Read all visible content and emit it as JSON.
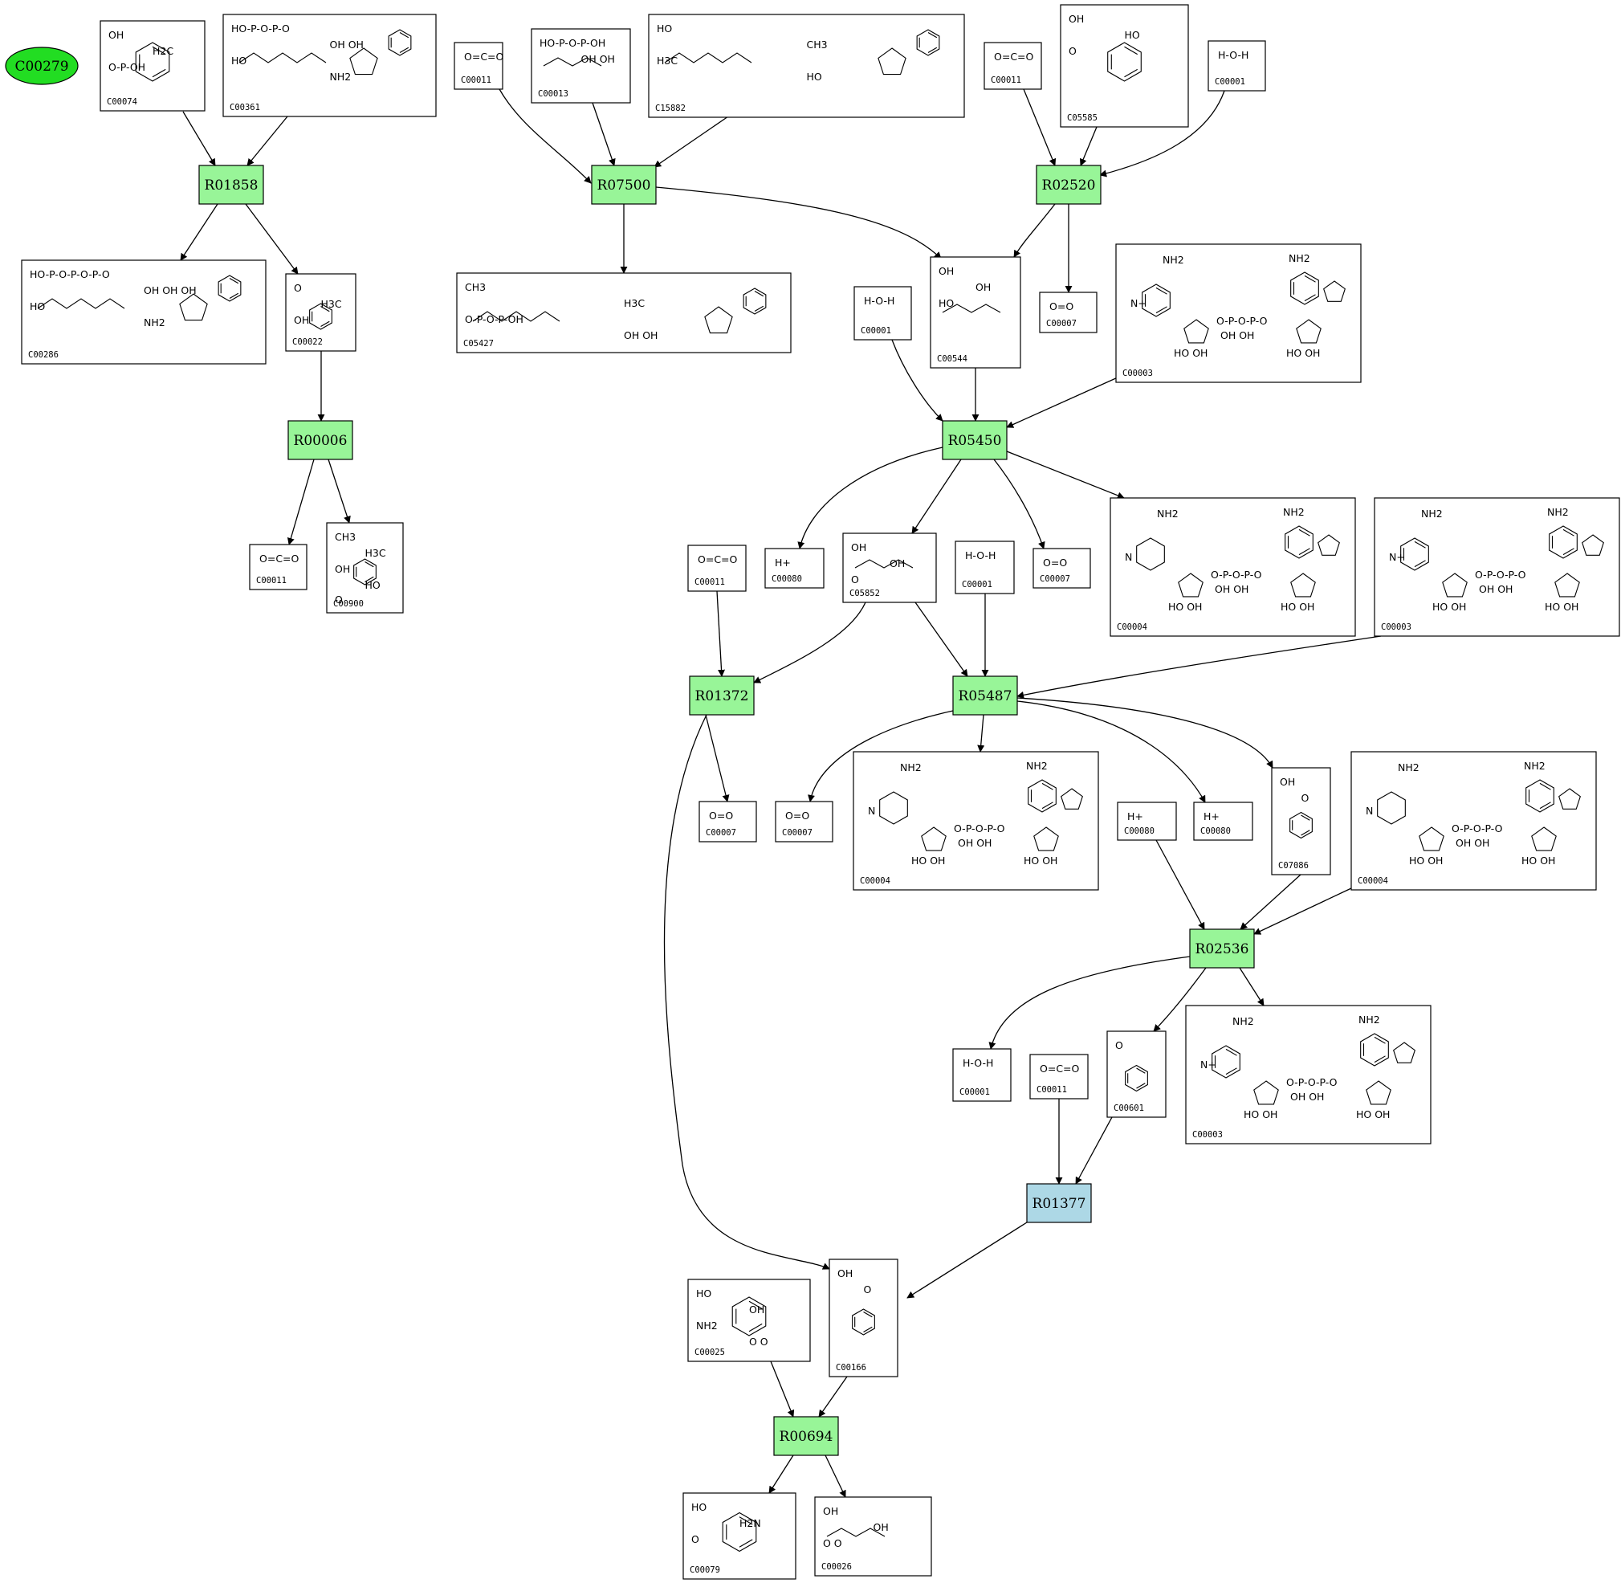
{
  "colors": {
    "reaction": "#98f598",
    "reaction_highlight": "#add8e6",
    "compound_start": "#22dd22",
    "compound_box": "#ffffff",
    "edge": "#000000"
  },
  "start_node": {
    "id": "C00279"
  },
  "reactions": [
    {
      "id": "R01858"
    },
    {
      "id": "R07500"
    },
    {
      "id": "R02520"
    },
    {
      "id": "R00006"
    },
    {
      "id": "R05450"
    },
    {
      "id": "R01372"
    },
    {
      "id": "R05487"
    },
    {
      "id": "R02536"
    },
    {
      "id": "R01377",
      "highlight": true
    },
    {
      "id": "R00694"
    }
  ],
  "compounds": [
    {
      "id": "C00074",
      "formula": [
        "OH",
        "H2C",
        "O-P-OH"
      ]
    },
    {
      "id": "C00361",
      "formula": [
        "HO-P-O-P-O",
        "OH OH",
        "HO",
        "NH2"
      ]
    },
    {
      "id": "C00011",
      "formula": [
        "O=C=O"
      ]
    },
    {
      "id": "C00013",
      "formula": [
        "HO-P-O-P-OH",
        "OH OH"
      ]
    },
    {
      "id": "C15882",
      "formula": [
        "HO",
        "CH3",
        "H3C",
        "HO"
      ]
    },
    {
      "id": "C00011",
      "formula": [
        "O=C=O"
      ]
    },
    {
      "id": "C05585",
      "formula": [
        "OH",
        "HO",
        "O"
      ]
    },
    {
      "id": "C00001",
      "formula": [
        "H-O-H"
      ]
    },
    {
      "id": "C00286",
      "formula": [
        "HO-P-O-P-O-P-O",
        "OH OH OH",
        "HO",
        "NH2"
      ]
    },
    {
      "id": "C00022",
      "formula": [
        "O",
        "H3C",
        "OH"
      ]
    },
    {
      "id": "C05427",
      "formula": [
        "CH3",
        "H3C",
        "O-P-O-P-OH",
        "OH OH"
      ]
    },
    {
      "id": "C00001",
      "formula": [
        "H-O-H"
      ]
    },
    {
      "id": "C00544",
      "formula": [
        "OH",
        "OH",
        "HO"
      ]
    },
    {
      "id": "C00007",
      "formula": [
        "O=O"
      ]
    },
    {
      "id": "C00003",
      "formula": [
        "NH2",
        "NH2",
        "N+",
        "O-P-O-P-O",
        "OH OH",
        "HO OH",
        "HO OH"
      ]
    },
    {
      "id": "C00011",
      "formula": [
        "O=C=O"
      ]
    },
    {
      "id": "C00900",
      "formula": [
        "CH3",
        "H3C",
        "OH",
        "HO",
        "O"
      ]
    },
    {
      "id": "C00011",
      "formula": [
        "O=C=O"
      ]
    },
    {
      "id": "C00080",
      "formula": [
        "H+"
      ]
    },
    {
      "id": "C05852",
      "formula": [
        "OH",
        "OH",
        "O"
      ]
    },
    {
      "id": "C00001",
      "formula": [
        "H-O-H"
      ]
    },
    {
      "id": "C00007",
      "formula": [
        "O=O"
      ]
    },
    {
      "id": "C00004",
      "formula": [
        "NH2",
        "NH2",
        "N",
        "O-P-O-P-O",
        "OH OH",
        "HO OH",
        "HO OH"
      ]
    },
    {
      "id": "C00003",
      "formula": [
        "NH2",
        "NH2",
        "N+",
        "O-P-O-P-O",
        "OH OH",
        "HO OH",
        "HO OH"
      ]
    },
    {
      "id": "C00007",
      "formula": [
        "O=O"
      ]
    },
    {
      "id": "C00007",
      "formula": [
        "O=O"
      ]
    },
    {
      "id": "C00004",
      "formula": [
        "NH2",
        "NH2",
        "N",
        "O-P-O-P-O",
        "OH OH",
        "HO OH",
        "HO OH"
      ]
    },
    {
      "id": "C00080",
      "formula": [
        "H+"
      ]
    },
    {
      "id": "C00080",
      "formula": [
        "H+"
      ]
    },
    {
      "id": "C07086",
      "formula": [
        "OH",
        "O"
      ]
    },
    {
      "id": "C00004",
      "formula": [
        "NH2",
        "NH2",
        "N",
        "O-P-O-P-O",
        "OH OH",
        "HO OH",
        "HO OH"
      ]
    },
    {
      "id": "C00001",
      "formula": [
        "H-O-H"
      ]
    },
    {
      "id": "C00011",
      "formula": [
        "O=C=O"
      ]
    },
    {
      "id": "C00601",
      "formula": [
        "O"
      ]
    },
    {
      "id": "C00003",
      "formula": [
        "NH2",
        "NH2",
        "N+",
        "O-P-O-P-O",
        "OH OH",
        "HO OH",
        "HO OH"
      ]
    },
    {
      "id": "C00025",
      "formula": [
        "HO",
        "OH",
        "NH2",
        "O O"
      ]
    },
    {
      "id": "C00166",
      "formula": [
        "OH",
        "O"
      ]
    },
    {
      "id": "C00079",
      "formula": [
        "HO",
        "H2N",
        "O"
      ]
    },
    {
      "id": "C00026",
      "formula": [
        "OH",
        "OH",
        "O O"
      ]
    }
  ]
}
